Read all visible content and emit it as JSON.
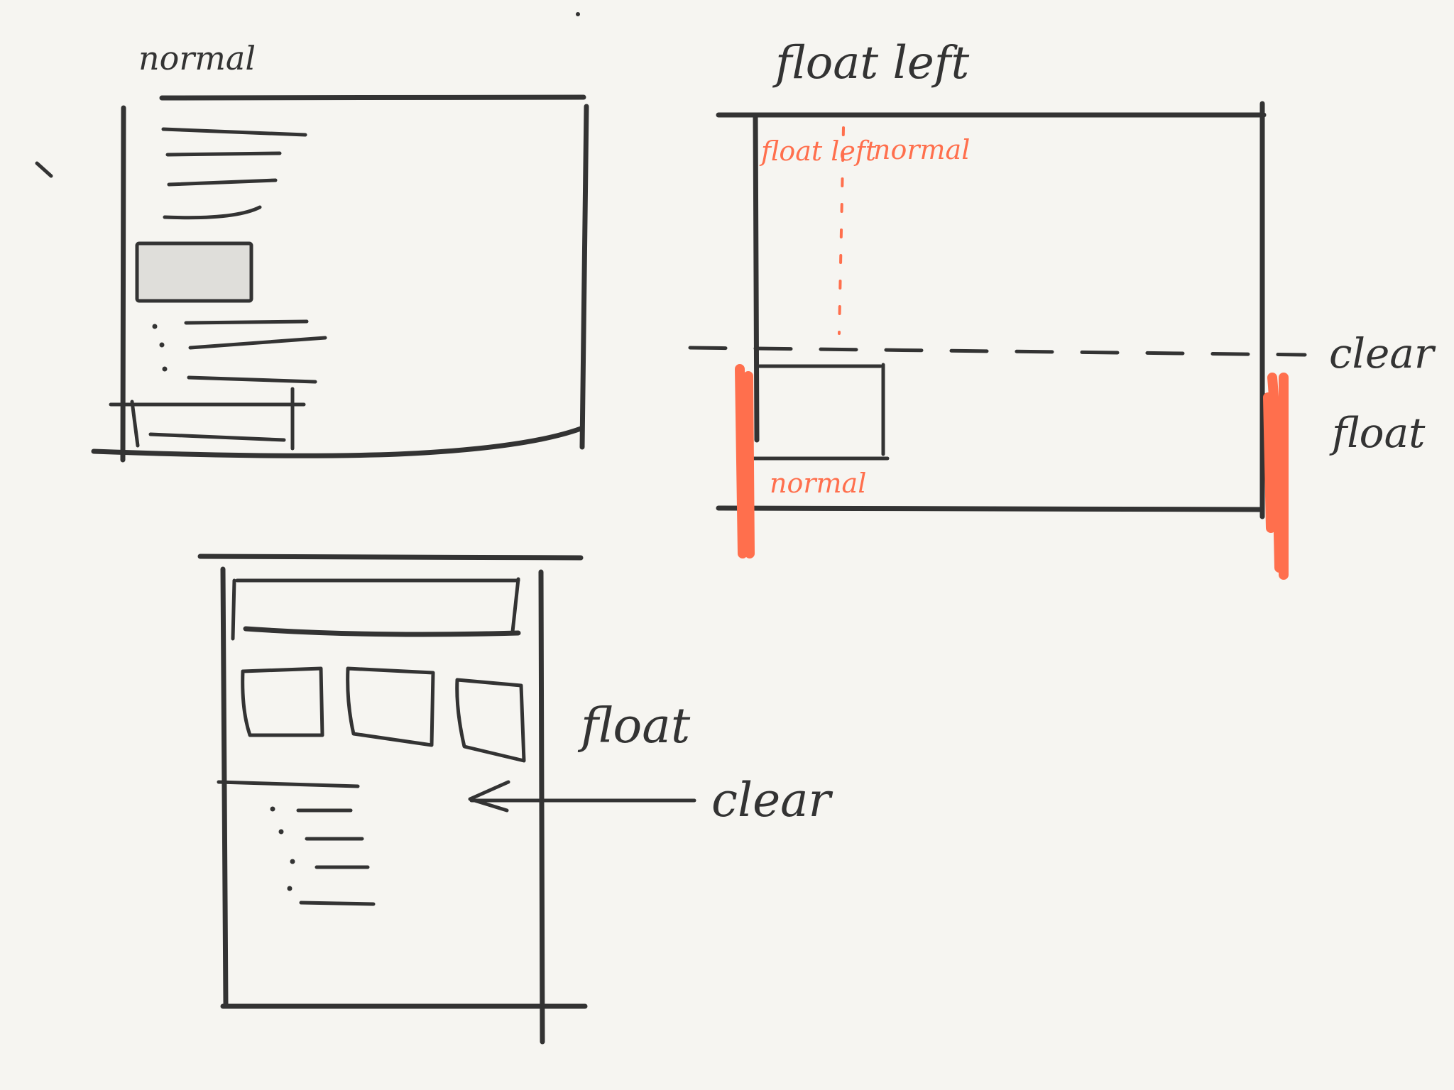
{
  "colors": {
    "background": "#f6f5f1",
    "ink": "#333333",
    "accent": "#ff6f4d",
    "image_placeholder": "#dfdeda"
  },
  "labels": {
    "normal_title": "normal",
    "float_left_title": "float left",
    "float_left_inner_float": "float left",
    "float_left_inner_normal": "normal",
    "float_left_bottom_normal": "normal",
    "clear_right": "clear",
    "float_right": "float",
    "float_bottom": "float",
    "clear_bottom": "clear"
  }
}
